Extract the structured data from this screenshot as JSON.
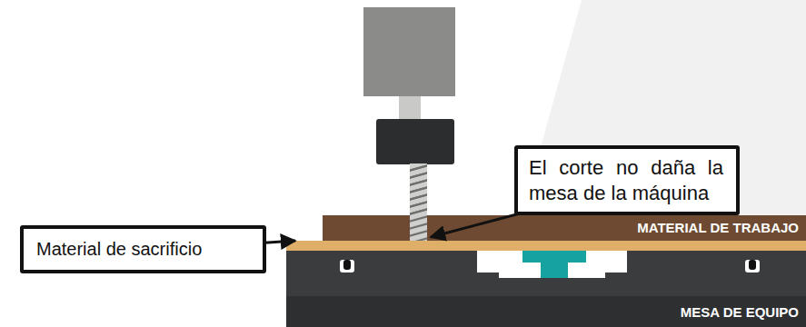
{
  "diagram": {
    "nodes": [
      {
        "text": [
          "Material de sacrificio"
        ]
      },
      {
        "text": [
          "El corte no daña la mesa de la máquina"
        ]
      },
      {
        "text": [
          "MATERIAL DE TRABAJO"
        ]
      },
      {
        "text": [
          "MESA DE EQUIPO"
        ]
      }
    ]
  }
}
